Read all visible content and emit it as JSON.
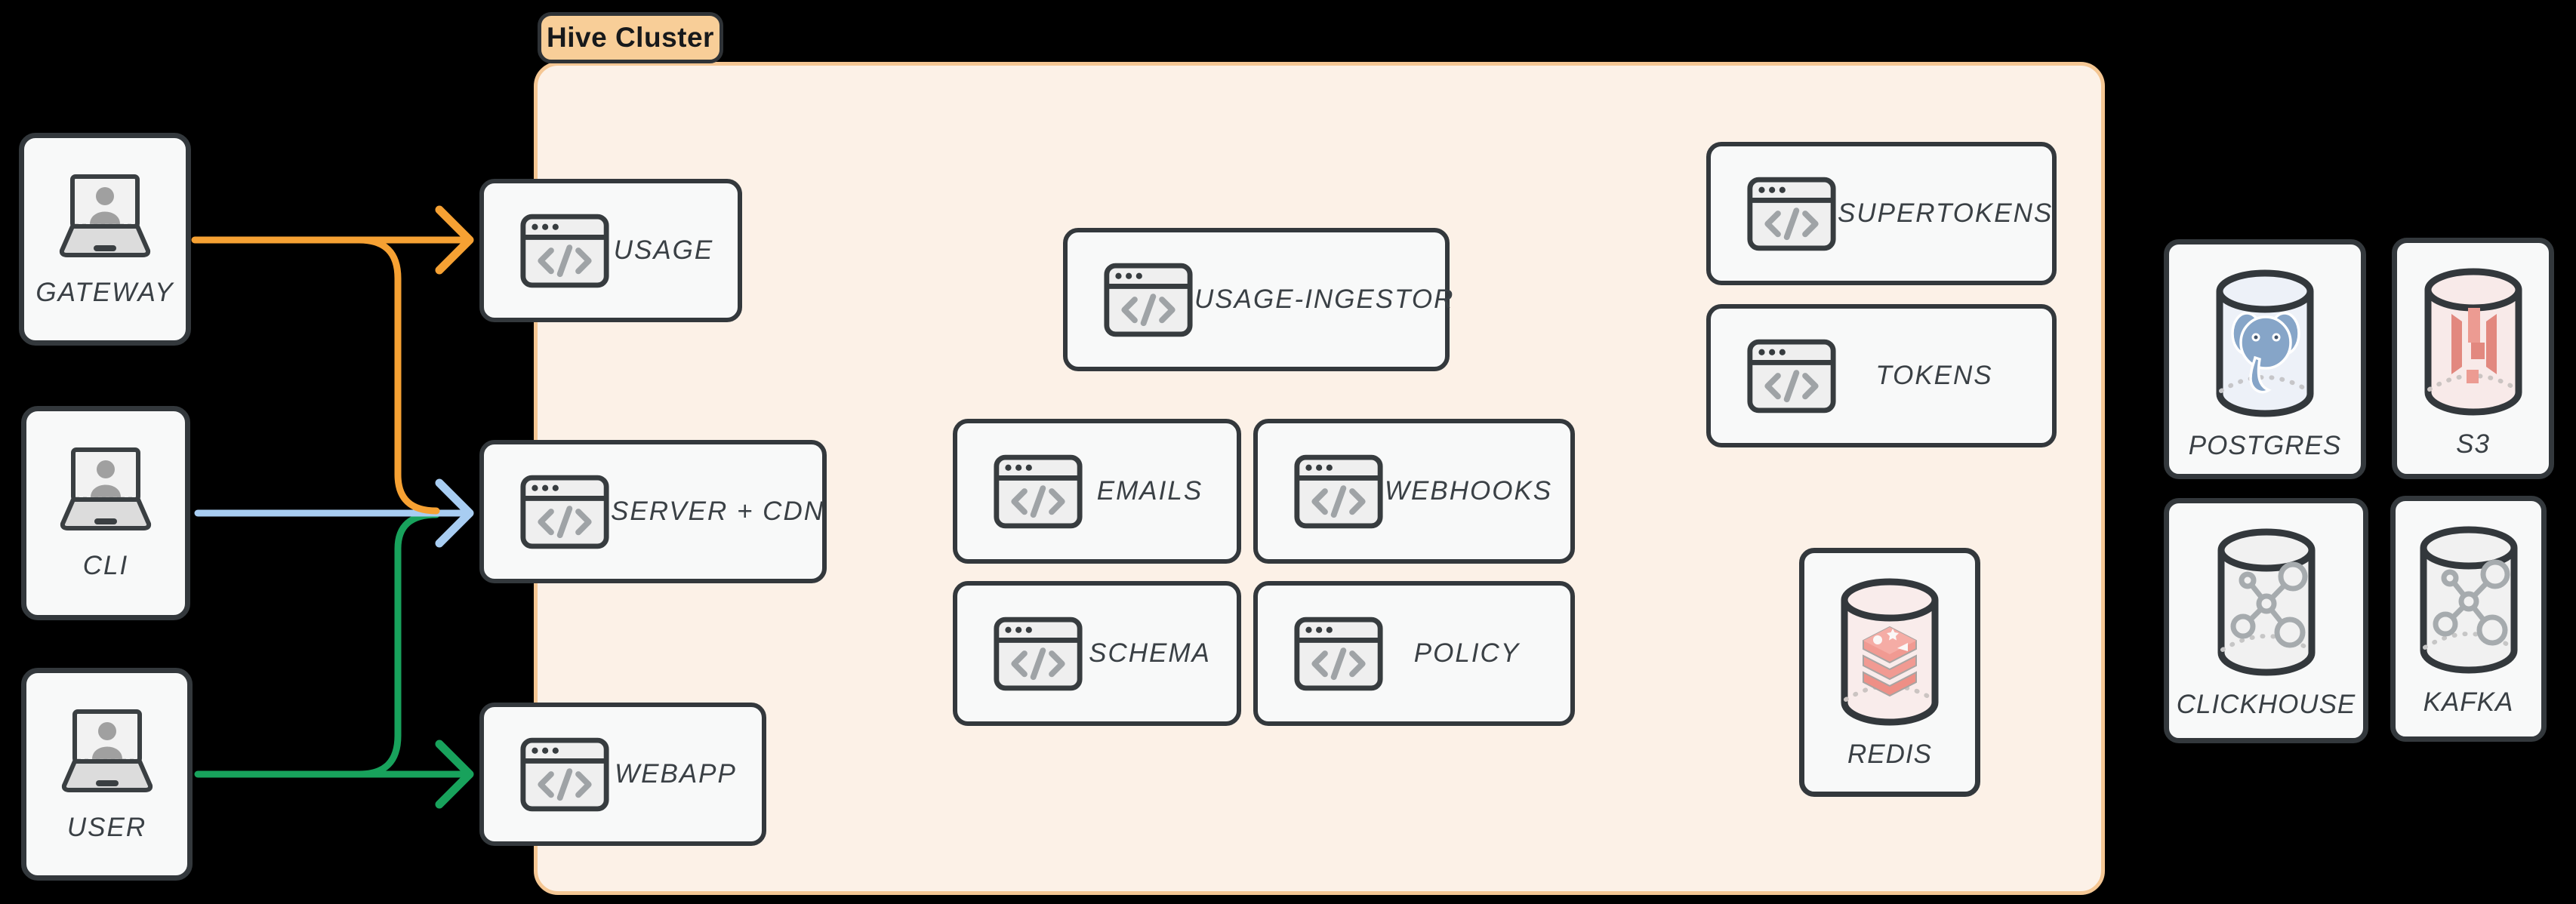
{
  "cluster": {
    "label": "Hive Cluster"
  },
  "clients": {
    "gateway": {
      "label": "GATEWAY"
    },
    "cli": {
      "label": "CLI"
    },
    "user": {
      "label": "USER"
    }
  },
  "services": {
    "usage": {
      "label": "USAGE"
    },
    "server_cdn": {
      "label": "SERVER + CDN"
    },
    "webapp": {
      "label": "WEBAPP"
    },
    "usage_ingestor": {
      "label": "USAGE-INGESTOR"
    },
    "emails": {
      "label": "EMAILS"
    },
    "webhooks": {
      "label": "WEBHOOKS"
    },
    "schema": {
      "label": "SCHEMA"
    },
    "policy": {
      "label": "POLICY"
    },
    "supertokens": {
      "label": "SUPERTOKENS"
    },
    "tokens": {
      "label": "TOKENS"
    }
  },
  "datastores": {
    "redis": {
      "label": "REDIS"
    },
    "postgres": {
      "label": "POSTGRES"
    },
    "s3": {
      "label": "S3"
    },
    "clickhouse": {
      "label": "CLICKHOUSE"
    },
    "kafka": {
      "label": "KAFKA"
    }
  },
  "icons": {
    "client": "laptop-user-icon",
    "service": "code-window-icon",
    "datastore": "database-cylinder-icon"
  },
  "colors": {
    "arrow_orange": "#F6A133",
    "arrow_blue": "#A8CDF2",
    "arrow_green": "#18A25C",
    "cluster_fill": "#FCF1E7",
    "cluster_border": "#F5C794",
    "pill_fill": "#F8CE98",
    "card_fill": "#F8F9F9",
    "card_border": "#33383C",
    "label_text": "#3A4045"
  }
}
